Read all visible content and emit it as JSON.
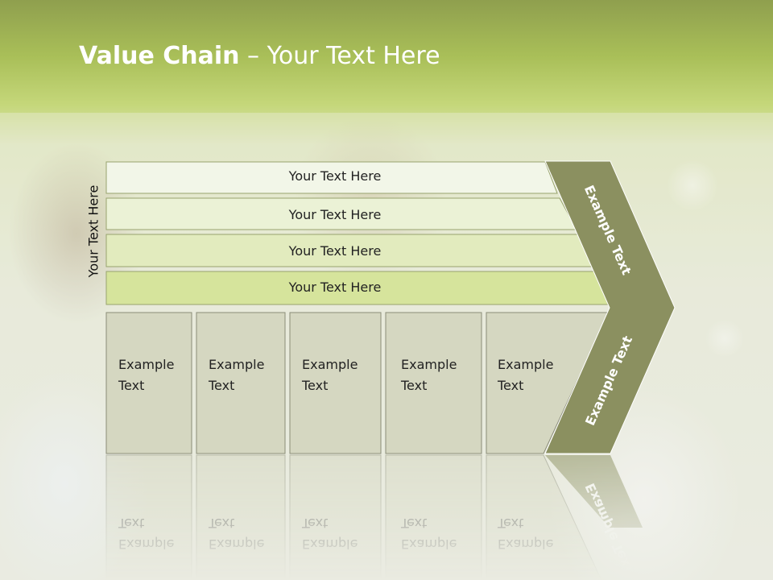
{
  "title": {
    "bold": "Value Chain",
    "rest": " – Your Text Here"
  },
  "side_label": "Your Text Here",
  "rows": [
    {
      "label": "Your Text Here",
      "fill": "#f2f6e8"
    },
    {
      "label": "Your Text Here",
      "fill": "#ebf2d6"
    },
    {
      "label": "Your Text Here",
      "fill": "#e2ebbe"
    },
    {
      "label": "Your Text Here",
      "fill": "#d6e49c"
    }
  ],
  "boxes": [
    {
      "line1": "Example",
      "line2": "Text"
    },
    {
      "line1": "Example",
      "line2": "Text"
    },
    {
      "line1": "Example",
      "line2": "Text"
    },
    {
      "line1": "Example",
      "line2": "Text"
    },
    {
      "line1": "Example",
      "line2": "Text"
    }
  ],
  "chevron": {
    "upper_label": "Example Text",
    "lower_label": "Example Text"
  },
  "colors": {
    "box_fill": "#d5d7c1",
    "box_stroke": "#8a8c78",
    "row_stroke": "#98a36e",
    "chevron_fill": "#8b9060",
    "chevron_stroke": "#ffffff"
  }
}
